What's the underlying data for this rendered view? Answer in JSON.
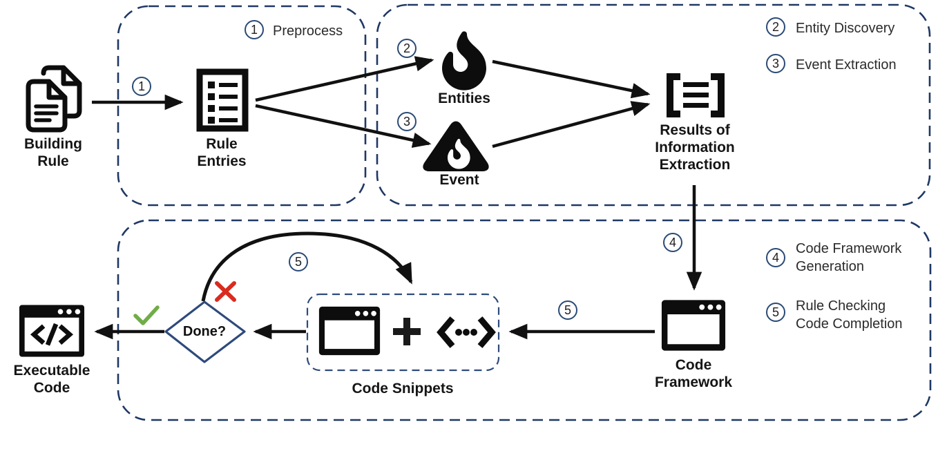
{
  "figure": {
    "type": "flow-diagram",
    "description": "Pipeline from building rules to executable code"
  },
  "colors": {
    "box_dash": "#1f3864",
    "badge_ring": "#2a4a75",
    "arrow": "#111111",
    "diamond_border": "#2e4a7b",
    "cross_red": "#d92b1f",
    "check_green": "#70ad47",
    "icon_black": "#0d0d0d"
  },
  "nodes": {
    "building_rule": {
      "label": "Building\nRule"
    },
    "rule_entries": {
      "label": "Rule\nEntries"
    },
    "entities": {
      "label": "Entities"
    },
    "event": {
      "label": "Event"
    },
    "results": {
      "label": "Results of\nInformation\nExtraction"
    },
    "code_framework": {
      "label": "Code\nFramework"
    },
    "code_snippets": {
      "label": "Code Snippets"
    },
    "executable_code": {
      "label": "Executable\nCode"
    },
    "done": {
      "label": "Done?"
    }
  },
  "steps": [
    {
      "num": "1",
      "label": "Preprocess"
    },
    {
      "num": "2",
      "label": "Entity Discovery"
    },
    {
      "num": "3",
      "label": "Event Extraction"
    },
    {
      "num": "4",
      "label": "Code Framework\nGeneration"
    },
    {
      "num": "5",
      "label": "Rule Checking\nCode Completion"
    }
  ],
  "arrow_badges": [
    {
      "num": "1"
    },
    {
      "num": "2"
    },
    {
      "num": "3"
    },
    {
      "num": "4"
    },
    {
      "num": "5"
    },
    {
      "num": "5"
    }
  ],
  "icons": {
    "building_rule": "documents-icon",
    "rule_entries": "list-icon",
    "entities": "flame-icon",
    "event": "warning-flame-triangle-icon",
    "results": "bracketed-lines-icon",
    "code_framework": "browser-window-icon",
    "code_snippets_window": "browser-window-icon",
    "plus": "plus-icon",
    "code_brackets": "angle-brackets-dots-icon",
    "executable_code": "code-window-icon",
    "pass": "green-check-icon",
    "fail": "red-cross-icon"
  }
}
